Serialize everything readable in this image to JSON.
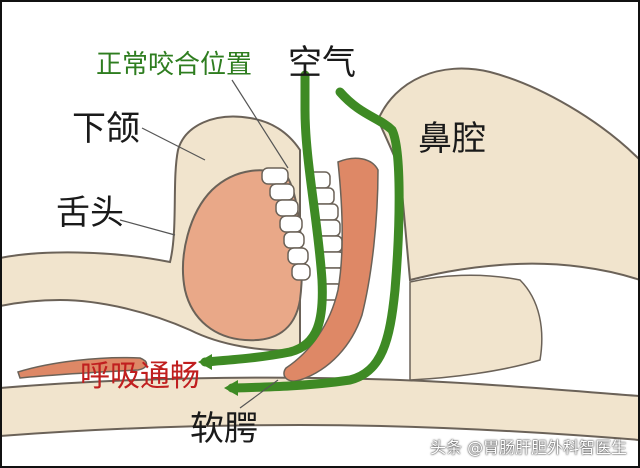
{
  "labels": {
    "normal_bite": "正常咬合位置",
    "air": "空气",
    "nasal_cavity": "鼻腔",
    "mandible": "下颌",
    "tongue": "舌头",
    "airway_clear": "呼吸通畅",
    "soft_palate": "软腭"
  },
  "watermark": "头条 @胃肠肝胆外科智医生",
  "colors": {
    "airflow": "#3e8a24",
    "skin": "#f1e4cd",
    "outline": "#6b6258",
    "tongue": "#e9a888",
    "soft_tissue": "#de8866",
    "teeth": "#ffffff",
    "frame": "#111111"
  }
}
